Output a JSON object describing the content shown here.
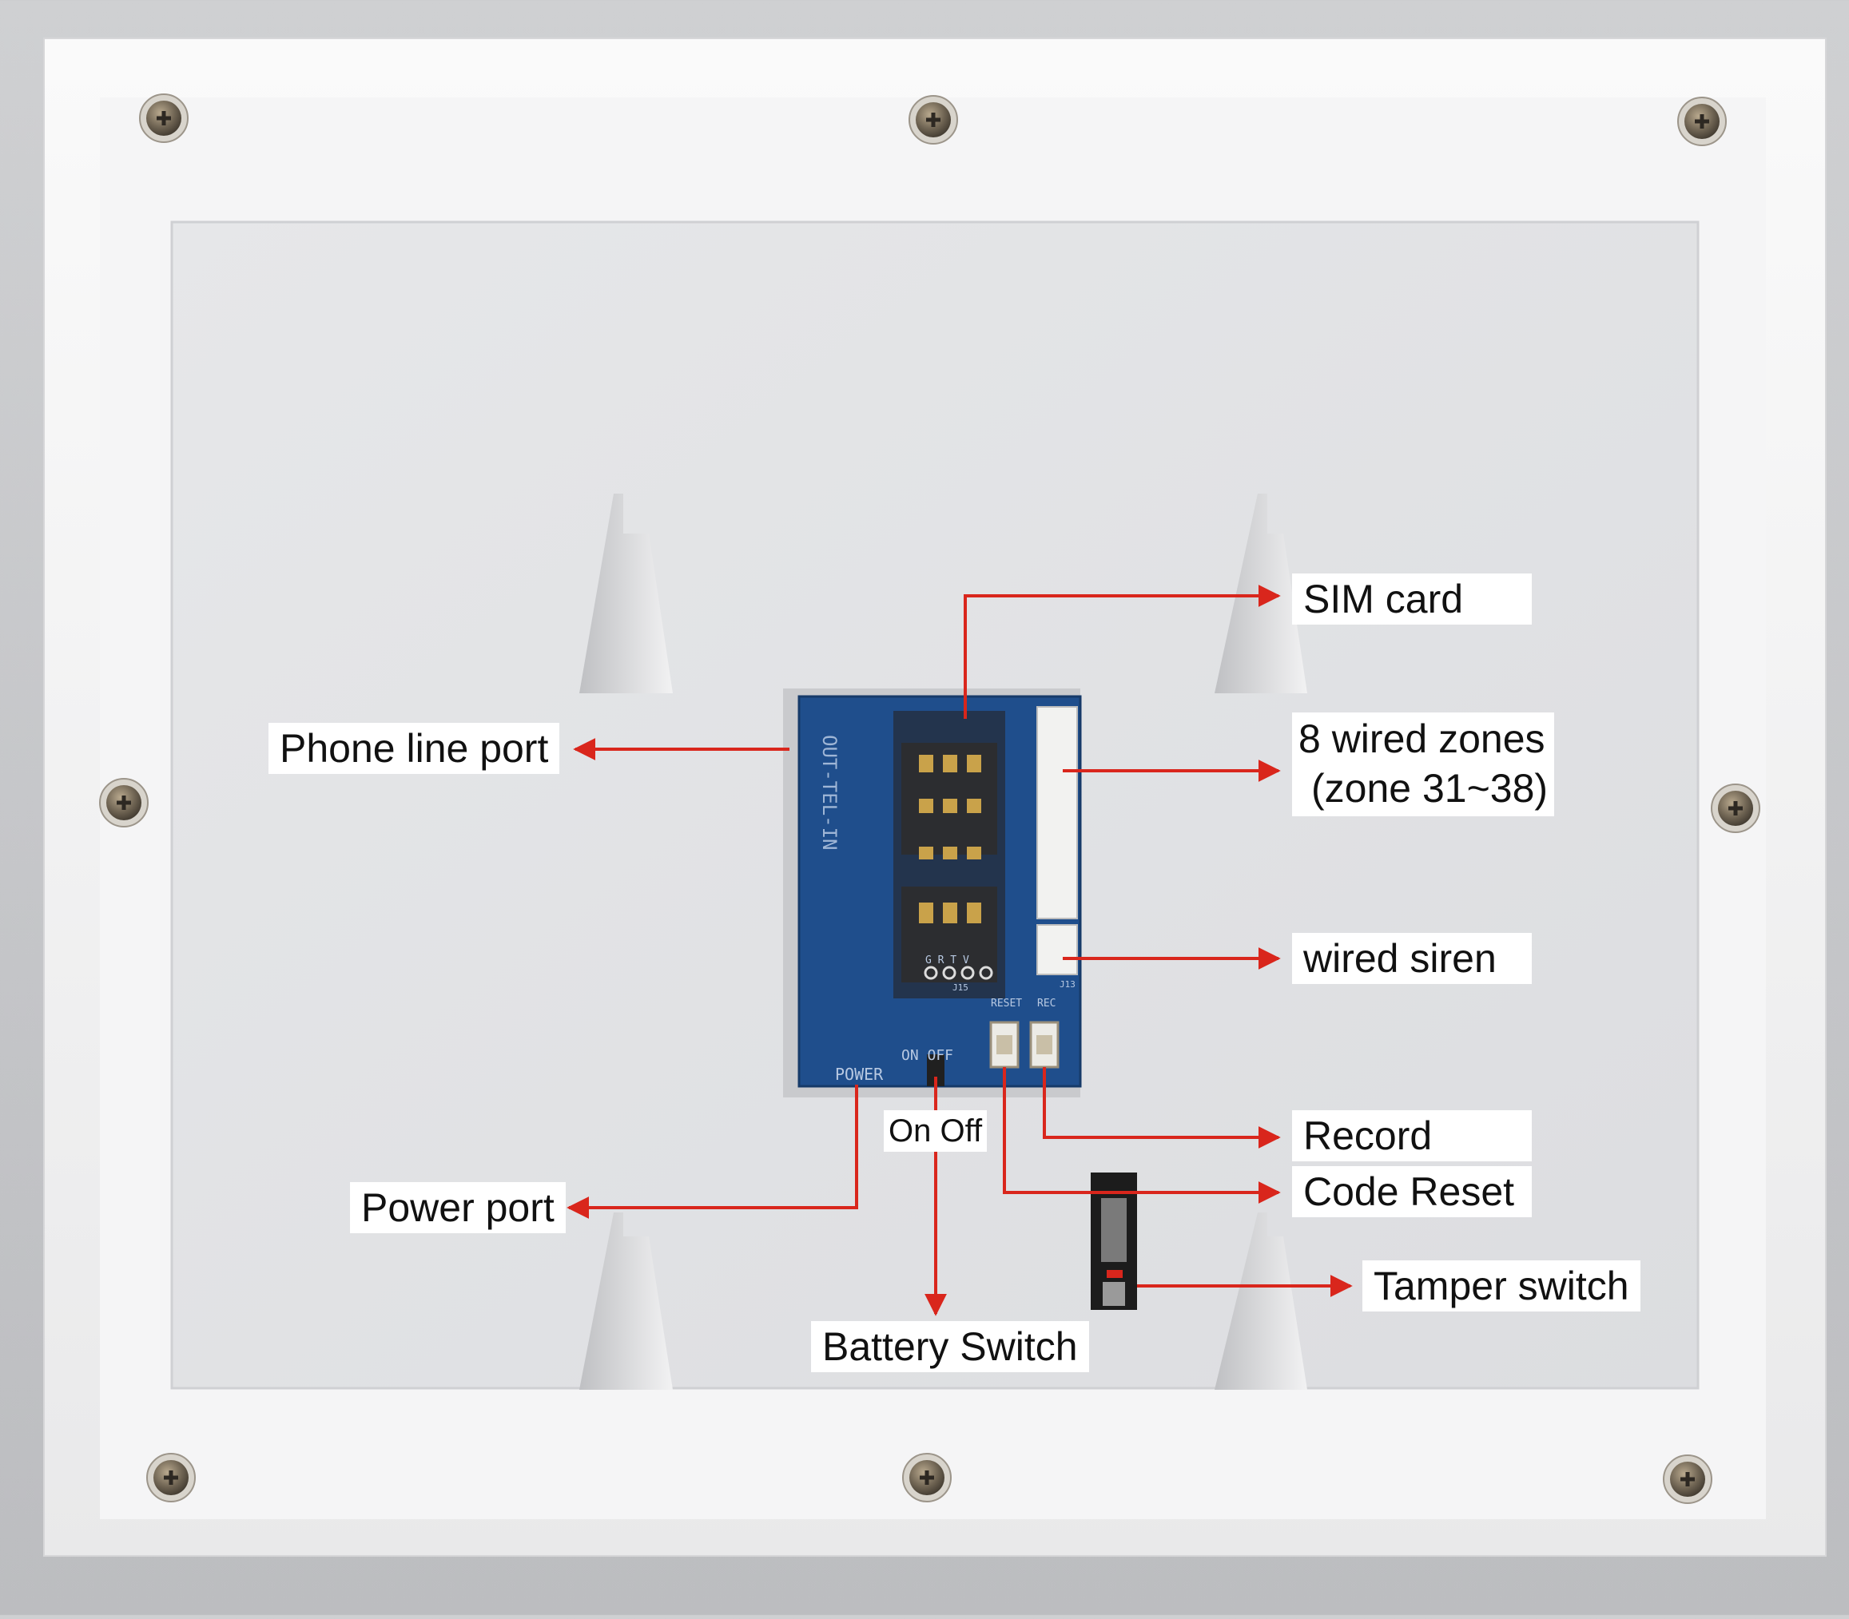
{
  "labels": {
    "sim_card": "SIM card",
    "phone_line_port": "Phone line port",
    "wired_zones_line1": "8 wired zones",
    "wired_zones_line2": "(zone 31~38)",
    "wired_siren": "wired siren",
    "record": "Record",
    "code_reset": "Code Reset",
    "power_port": "Power port",
    "on_off": "On Off",
    "tamper_switch": "Tamper switch",
    "battery_switch": "Battery Switch"
  },
  "pcb_markings": {
    "tel": "OUT-TEL-IN",
    "power": "POWER",
    "on_off": "ON OFF",
    "reset": "RESET",
    "rec": "REC",
    "grtv": "G R T V",
    "j15": "J15",
    "j13": "J13"
  },
  "colors": {
    "leader_line": "#d9261c",
    "pcb": "#1f4e8c",
    "panel": "#f4f4f5",
    "inner": "#e3e4e6"
  }
}
